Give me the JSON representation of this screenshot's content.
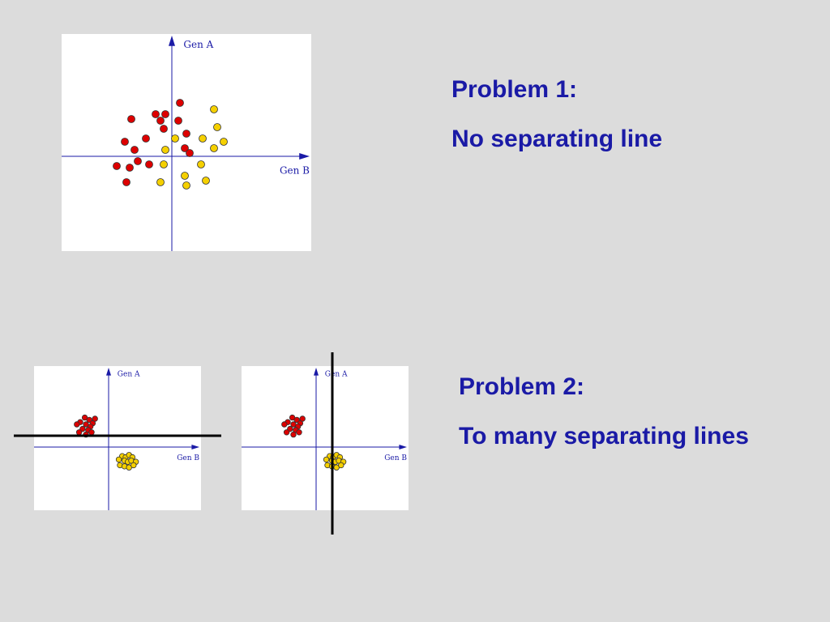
{
  "colors": {
    "background": "#dcdcdc",
    "panel": "#ffffff",
    "axis": "#1a1aa6",
    "class_red": "#dd0000",
    "class_yellow": "#f5d000",
    "separator": "#000000",
    "heading": "#1a1aa6"
  },
  "problem1": {
    "title": "Problem 1:",
    "subtitle": "No separating line"
  },
  "problem2": {
    "title": "Problem 2:",
    "subtitle": "To many separating lines"
  },
  "plots": [
    {
      "id": "plot-1",
      "x_axis_label": "Gen B",
      "y_axis_label": "Gen A",
      "separator": "none",
      "red_points": [
        [
          -2.5,
          2.3
        ],
        [
          -1,
          2.6
        ],
        [
          -0.7,
          2.2
        ],
        [
          -0.4,
          2.6
        ],
        [
          0.5,
          3.3
        ],
        [
          0.4,
          2.2
        ],
        [
          -0.5,
          1.7
        ],
        [
          0.9,
          1.4
        ],
        [
          -1.6,
          1.1
        ],
        [
          -2.9,
          0.9
        ],
        [
          -2.3,
          0.4
        ],
        [
          0.8,
          0.5
        ],
        [
          1.1,
          0.2
        ],
        [
          -2.1,
          -0.3
        ],
        [
          -1.4,
          -0.5
        ],
        [
          -3.4,
          -0.6
        ],
        [
          -2.6,
          -0.7
        ],
        [
          -2.8,
          -1.6
        ]
      ],
      "yellow_points": [
        [
          2.6,
          2.9
        ],
        [
          2.8,
          1.8
        ],
        [
          3.2,
          0.9
        ],
        [
          1.9,
          1.1
        ],
        [
          0.2,
          1.1
        ],
        [
          -0.4,
          0.4
        ],
        [
          2.6,
          0.5
        ],
        [
          -0.5,
          -0.5
        ],
        [
          1.8,
          -0.5
        ],
        [
          0.8,
          -1.2
        ],
        [
          2.1,
          -1.5
        ],
        [
          -0.7,
          -1.6
        ],
        [
          0.9,
          -1.8
        ]
      ]
    },
    {
      "id": "plot-2",
      "x_axis_label": "Gen B",
      "y_axis_label": "Gen A",
      "separator": "horizontal",
      "red_points": [
        [
          -2.1,
          2.6
        ],
        [
          -2.5,
          2.2
        ],
        [
          -2.0,
          2.0
        ],
        [
          -1.7,
          2.4
        ],
        [
          -1.4,
          2.1
        ],
        [
          -1.6,
          1.8
        ],
        [
          -2.3,
          1.6
        ],
        [
          -1.8,
          1.5
        ],
        [
          -2.0,
          1.1
        ],
        [
          -2.6,
          1.3
        ],
        [
          -1.5,
          1.3
        ],
        [
          -2.8,
          2.0
        ],
        [
          -1.2,
          2.5
        ]
      ],
      "yellow_points": [
        [
          1.2,
          -0.8
        ],
        [
          1.5,
          -0.9
        ],
        [
          1.8,
          -0.7
        ],
        [
          2.1,
          -0.9
        ],
        [
          0.9,
          -1.1
        ],
        [
          1.4,
          -1.2
        ],
        [
          1.7,
          -1.3
        ],
        [
          2.0,
          -1.2
        ],
        [
          2.4,
          -1.3
        ],
        [
          1.0,
          -1.6
        ],
        [
          1.4,
          -1.7
        ],
        [
          1.8,
          -1.8
        ],
        [
          2.2,
          -1.6
        ]
      ]
    },
    {
      "id": "plot-3",
      "x_axis_label": "Gen B",
      "y_axis_label": "Gen A",
      "separator": "vertical",
      "red_points": [
        [
          -2.1,
          2.6
        ],
        [
          -2.5,
          2.2
        ],
        [
          -2.0,
          2.0
        ],
        [
          -1.7,
          2.4
        ],
        [
          -1.4,
          2.1
        ],
        [
          -1.6,
          1.8
        ],
        [
          -2.3,
          1.6
        ],
        [
          -1.8,
          1.5
        ],
        [
          -2.0,
          1.1
        ],
        [
          -2.6,
          1.3
        ],
        [
          -1.5,
          1.3
        ],
        [
          -2.8,
          2.0
        ],
        [
          -1.2,
          2.5
        ]
      ],
      "yellow_points": [
        [
          1.2,
          -0.8
        ],
        [
          1.5,
          -0.9
        ],
        [
          1.8,
          -0.7
        ],
        [
          2.1,
          -0.9
        ],
        [
          0.9,
          -1.1
        ],
        [
          1.4,
          -1.2
        ],
        [
          1.7,
          -1.3
        ],
        [
          2.0,
          -1.2
        ],
        [
          2.4,
          -1.3
        ],
        [
          1.0,
          -1.6
        ],
        [
          1.4,
          -1.7
        ],
        [
          1.8,
          -1.8
        ],
        [
          2.2,
          -1.6
        ]
      ]
    }
  ]
}
